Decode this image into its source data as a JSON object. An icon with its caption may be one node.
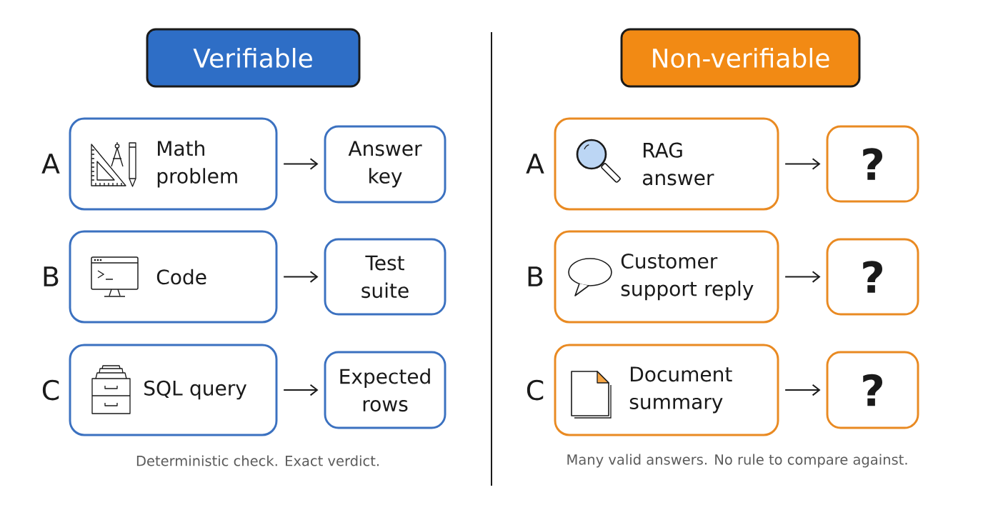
{
  "diagram": {
    "nodes": [
      {
        "text": [
          "Verifiable"
        ]
      },
      {
        "text": [
          "Non-verifiable"
        ]
      },
      {
        "text": [
          "Math problem"
        ]
      },
      {
        "text": [
          "Answer key"
        ]
      },
      {
        "text": [
          "Code"
        ]
      },
      {
        "text": [
          "Test suite"
        ]
      },
      {
        "text": [
          "SQL query"
        ]
      },
      {
        "text": [
          "Expected rows"
        ]
      },
      {
        "text": [
          "RAG answer"
        ]
      },
      {
        "text": [
          "?"
        ]
      },
      {
        "text": [
          "Customer support reply"
        ]
      },
      {
        "text": [
          "?"
        ]
      },
      {
        "text": [
          "Document summary"
        ]
      },
      {
        "text": [
          "?"
        ]
      }
    ],
    "edges": [
      {
        "from": 2,
        "to": 3,
        "arrow": "to"
      },
      {
        "from": 4,
        "to": 5,
        "arrow": "to"
      },
      {
        "from": 6,
        "to": 7,
        "arrow": "to"
      },
      {
        "from": 8,
        "to": 9,
        "arrow": "to"
      },
      {
        "from": 10,
        "to": 11,
        "arrow": "to"
      },
      {
        "from": 12,
        "to": 13,
        "arrow": "to"
      }
    ],
    "labels": [
      "A",
      "B",
      "C",
      "Deterministic check. Exact verdict.",
      "A",
      "B",
      "C",
      "Many valid answers. No rule to compare against."
    ]
  }
}
